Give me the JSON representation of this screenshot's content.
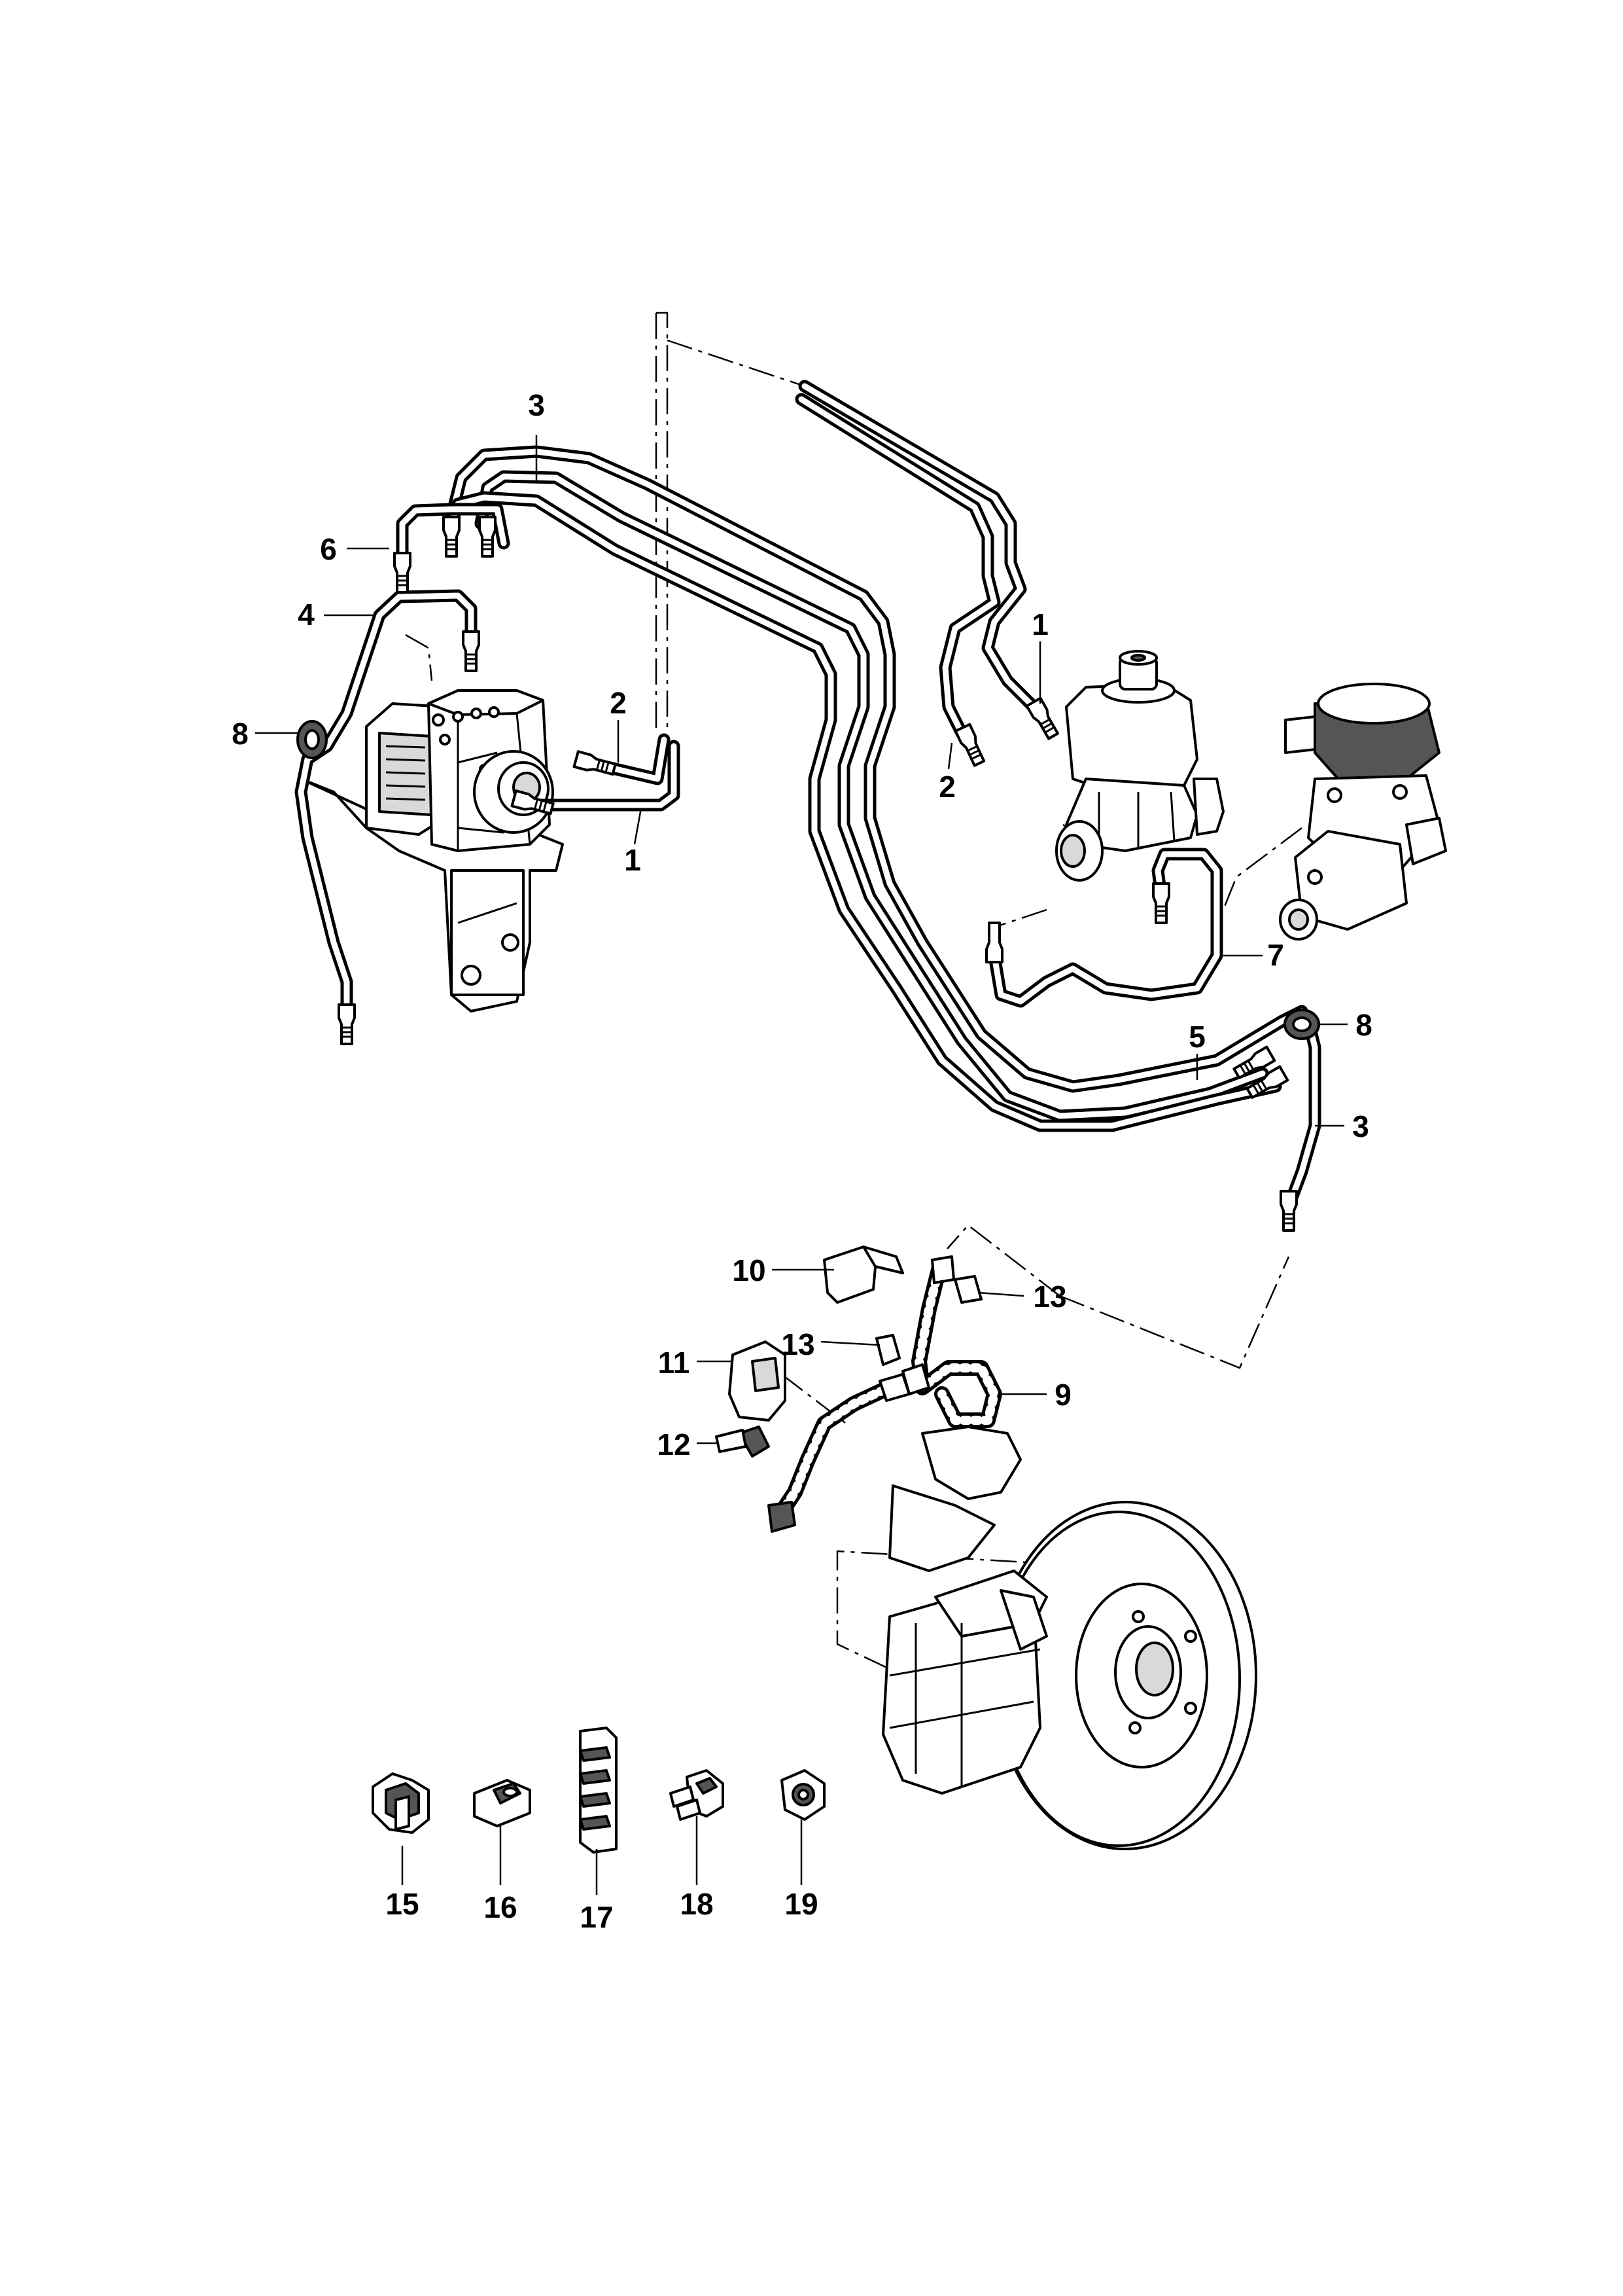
{
  "diagram": {
    "callouts": [
      {
        "id": "c-3-top",
        "text": "3"
      },
      {
        "id": "c-6",
        "text": "6"
      },
      {
        "id": "c-4",
        "text": "4"
      },
      {
        "id": "c-8-left",
        "text": "8"
      },
      {
        "id": "c-2-left",
        "text": "2"
      },
      {
        "id": "c-1-left",
        "text": "1"
      },
      {
        "id": "c-1-right",
        "text": "1"
      },
      {
        "id": "c-2-right",
        "text": "2"
      },
      {
        "id": "c-7",
        "text": "7"
      },
      {
        "id": "c-8-right",
        "text": "8"
      },
      {
        "id": "c-5",
        "text": "5"
      },
      {
        "id": "c-3-right",
        "text": "3"
      },
      {
        "id": "c-10",
        "text": "10"
      },
      {
        "id": "c-13-right",
        "text": "13"
      },
      {
        "id": "c-13-left",
        "text": "13"
      },
      {
        "id": "c-11",
        "text": "11"
      },
      {
        "id": "c-9",
        "text": "9"
      },
      {
        "id": "c-12",
        "text": "12"
      },
      {
        "id": "c-15",
        "text": "15"
      },
      {
        "id": "c-16",
        "text": "16"
      },
      {
        "id": "c-17",
        "text": "17"
      },
      {
        "id": "c-18",
        "text": "18"
      },
      {
        "id": "c-19",
        "text": "19"
      }
    ]
  }
}
